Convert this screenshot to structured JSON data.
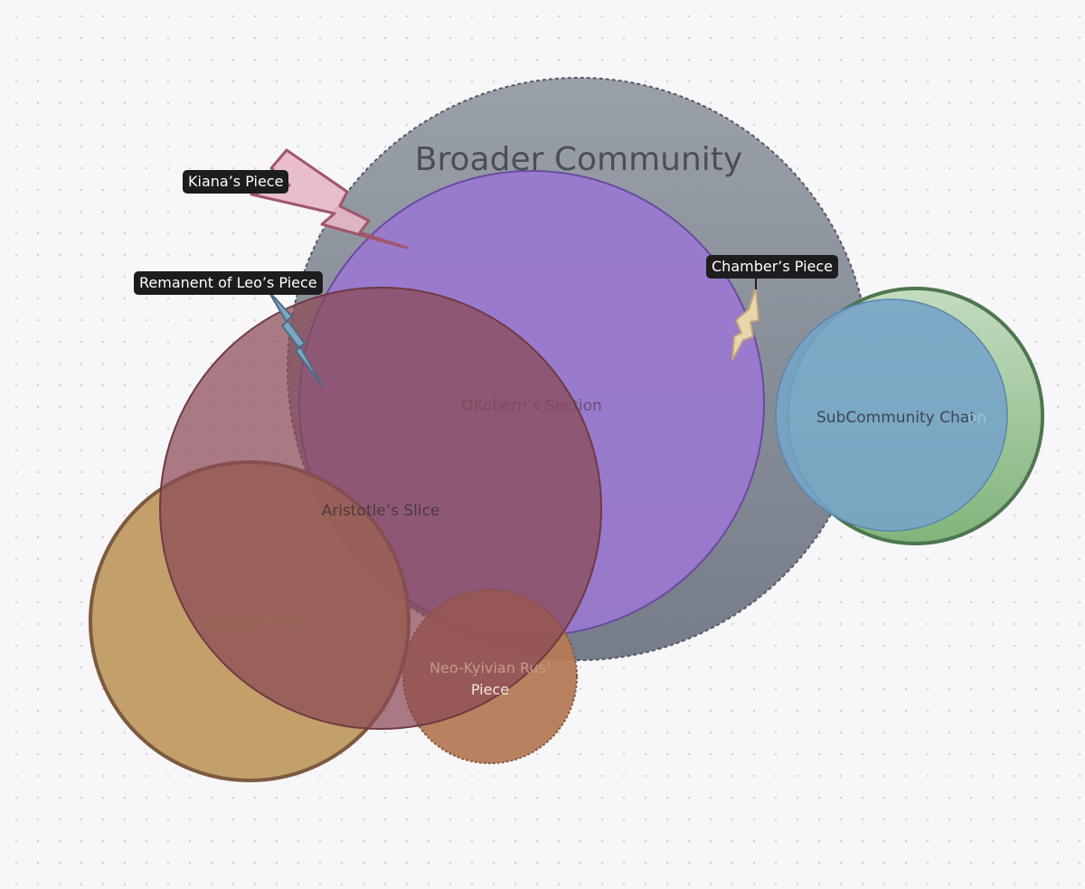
{
  "circles": {
    "broader": {
      "label": "Broader Community",
      "fill": "#7f8693",
      "stroke": "#5a5f6a"
    },
    "okobern": {
      "label": "OKobern’s Section",
      "fill": "#9a78d0",
      "stroke": "#6a4aa0"
    },
    "aristotle": {
      "label": "Aristotle’s Slice",
      "fill": "#8b4a55",
      "stroke": "#6e3a40"
    },
    "lunatics": {
      "label": "Lunatics’ Piece",
      "fill": "#c09a62",
      "stroke": "#7d5a40"
    },
    "neo": {
      "label_line1": "Neo-Kyivian Rus’",
      "label_line2": "Piece",
      "fill": "#b47a56",
      "stroke": "#8c5a40"
    },
    "subcommunity": {
      "label": "SubCommunity Chat",
      "label_suffix": "on",
      "fill": "#77a4c8",
      "stroke": "#5a86ad"
    },
    "green": {
      "fill": "#8fbf8a",
      "stroke": "#4e7650"
    }
  },
  "callouts": {
    "kiana": "Kiana’s Piece",
    "leo": "Remanent of Leo’s Piece",
    "chamber": "Chamber’s Piece"
  }
}
